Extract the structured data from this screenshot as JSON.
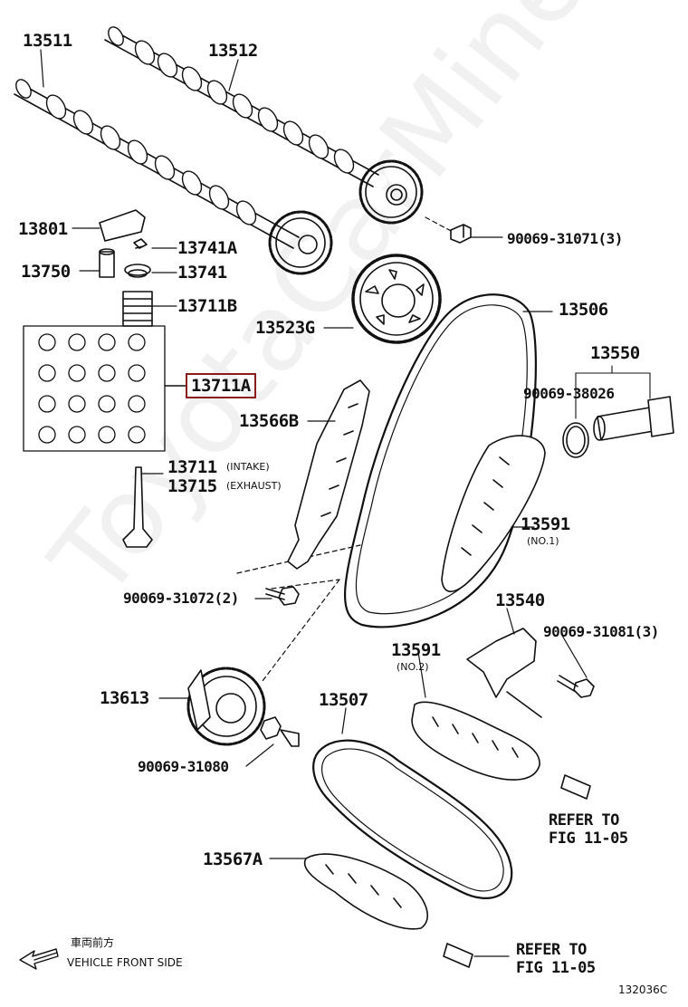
{
  "watermark": "ToyotaCarMine.ru",
  "labels": {
    "p13511": "13511",
    "p13512": "13512",
    "p13801": "13801",
    "p13741A": "13741A",
    "p13750": "13750",
    "p13741": "13741",
    "p13711B": "13711B",
    "p13711A": "13711A",
    "p13711": "13711",
    "p13715": "13715",
    "intake": "(INTAKE)",
    "exhaust": "(EXHAUST)",
    "p13523G": "13523G",
    "p13506": "13506",
    "p13550": "13550",
    "p90069_38026": "90069-38026",
    "p90069_31071": "90069-31071(3)",
    "p13566B": "13566B",
    "p13591a": "13591",
    "no1": "(NO.1)",
    "p90069_31072": "90069-31072(2)",
    "p13540": "13540",
    "p90069_31081": "90069-31081(3)",
    "p13591b": "13591",
    "no2": "(NO.2)",
    "p13613": "13613",
    "p13507": "13507",
    "p90069_31080": "90069-31080",
    "ref1_line1": "REFER TO",
    "ref1_line2": "FIG 11-05",
    "p13567A": "13567A",
    "ref2_line1": "REFER TO",
    "ref2_line2": "FIG 11-05",
    "front_jp": "車両前方",
    "front_en": "VEHICLE FRONT SIDE",
    "fig_code": "132036C"
  },
  "colors": {
    "line": "#111111",
    "highlight": "#8b1a1a",
    "watermark": "#e6e6e6"
  }
}
